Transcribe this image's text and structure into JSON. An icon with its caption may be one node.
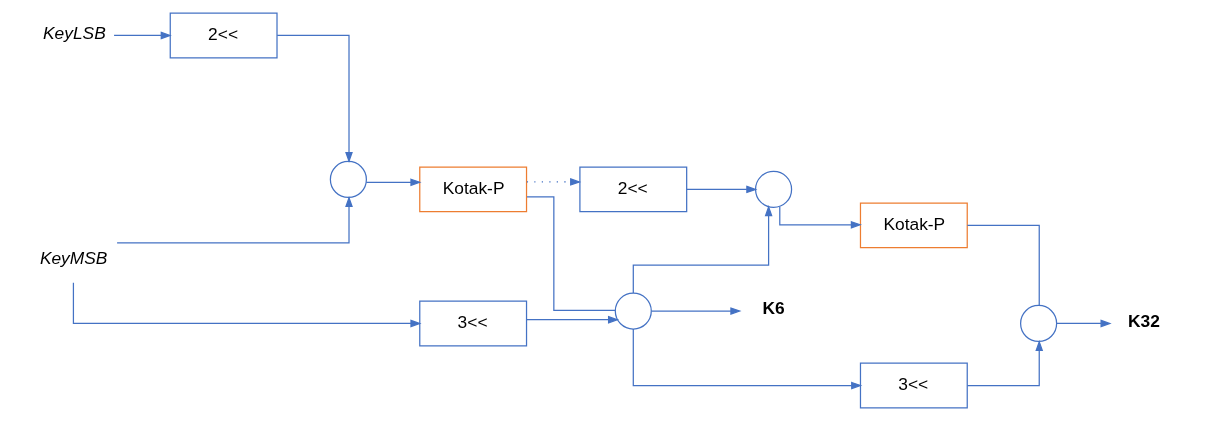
{
  "diagram": {
    "nodes": [
      {
        "text": [
          "KeyLSB"
        ]
      },
      {
        "text": [
          "2<<"
        ]
      },
      {
        "text": [],
        "shape": "circle"
      },
      {
        "text": [
          "Kotak-P"
        ]
      },
      {
        "text": [
          "KeyMSB"
        ]
      },
      {
        "text": [
          "3<<"
        ]
      },
      {
        "text": [],
        "shape": "circle"
      },
      {
        "text": [
          "K6"
        ]
      },
      {
        "text": [
          "2<<"
        ]
      },
      {
        "text": [],
        "shape": "circle"
      },
      {
        "text": [
          "Kotak-P"
        ]
      },
      {
        "text": [
          "3<<"
        ]
      },
      {
        "text": [],
        "shape": "circle"
      },
      {
        "text": [
          "K32"
        ]
      }
    ],
    "edges": [
      {
        "from": 0,
        "to": 1,
        "arrow": "to"
      },
      {
        "from": 1,
        "to": 2,
        "arrow": "to"
      },
      {
        "from": 2,
        "to": 3,
        "arrow": "to"
      },
      {
        "from": 4,
        "to": 2,
        "arrow": "to"
      },
      {
        "from": 4,
        "to": 5,
        "arrow": "to"
      },
      {
        "from": 5,
        "to": 6,
        "arrow": "to"
      },
      {
        "from": 3,
        "to": 6,
        "arrow": "none"
      },
      {
        "from": 6,
        "to": 7,
        "arrow": "to"
      },
      {
        "from": 3,
        "to": 8,
        "arrow": "to",
        "style": "dashed"
      },
      {
        "from": 6,
        "to": 9,
        "arrow": "to"
      },
      {
        "from": 6,
        "to": 11,
        "arrow": "to"
      },
      {
        "from": 8,
        "to": 9,
        "arrow": "to"
      },
      {
        "from": 9,
        "to": 10,
        "arrow": "to"
      },
      {
        "from": 10,
        "to": 12,
        "arrow": "none"
      },
      {
        "from": 11,
        "to": 12,
        "arrow": "to"
      },
      {
        "from": 12,
        "to": 13,
        "arrow": "to"
      }
    ]
  }
}
